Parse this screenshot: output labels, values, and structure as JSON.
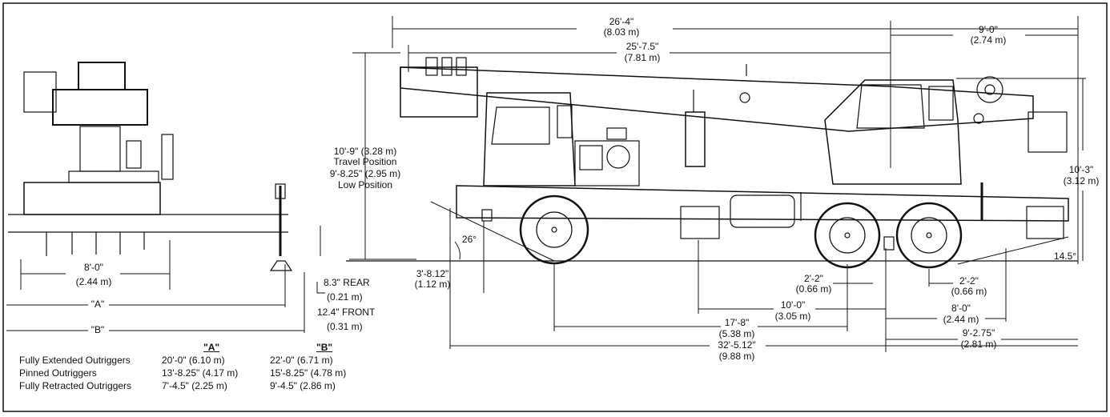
{
  "dims": {
    "top_overall": "26'-4\"",
    "top_overall_m": "(8.03 m)",
    "rear_9ft": "9'-0\"",
    "rear_9ft_m": "(2.74 m)",
    "boom_length": "25'-7.5\"",
    "boom_length_m": "(7.81 m)",
    "travel_height": "10'-9\" (3.28 m)",
    "travel_label": "Travel Position",
    "low_height": "9'-8.25\" (2.95 m)",
    "low_label": "Low Position",
    "cab_height": "10'-3\"",
    "cab_height_m": "(3.12 m)",
    "track_width": "8'-0\"",
    "track_width_m": "(2.44 m)",
    "rear_pad": "8.3\" REAR",
    "rear_pad_m": "(0.21 m)",
    "front_pad": "12.4\" FRONT",
    "front_pad_m": "(0.31 m)",
    "dim_a": "\"A\"",
    "dim_b": "\"B\"",
    "approach_angle": "26°",
    "departure_angle": "14.5°",
    "ground_clear": "3'-8.12\"",
    "ground_clear_m": "(1.12 m)",
    "axle_l": "2'-2\"",
    "axle_l_m": "(0.66 m)",
    "axle_r": "2'-2\"",
    "axle_r_m": "(0.66 m)",
    "outrigger_spacing": "10'-0\"",
    "outrigger_spacing_m": "(3.05 m)",
    "rear_8ft": "8'-0\"",
    "rear_8ft_m": "(2.44 m)",
    "wheelbase": "17'-8\"",
    "wheelbase_m": "(5.38 m)",
    "rear_overhang": "9'-2.75\"",
    "rear_overhang_m": "(2.81 m)",
    "overall_length": "32'-5.12\"",
    "overall_length_m": "(9.88 m)"
  },
  "table": {
    "header_a": "\"A\"",
    "header_b": "\"B\"",
    "rows": [
      {
        "label": "Fully Extended Outriggers",
        "a": "20'-0\" (6.10 m)",
        "b": "22'-0\" (6.71 m)"
      },
      {
        "label": "Pinned Outriggers",
        "a": "13'-8.25\" (4.17 m)",
        "b": "15'-8.25\" (4.78 m)"
      },
      {
        "label": "Fully Retracted Outriggers",
        "a": "7'-4.5\" (2.25 m)",
        "b": "9'-4.5\" (2.86 m)"
      }
    ]
  },
  "colors": {
    "ink": "#111111",
    "paper": "#ffffff"
  }
}
